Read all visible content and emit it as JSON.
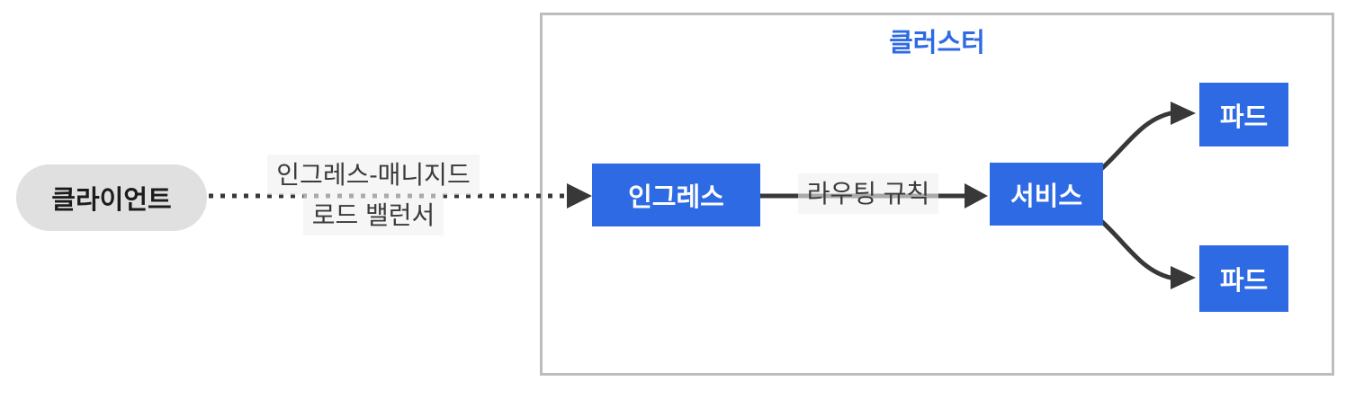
{
  "diagram": {
    "cluster": {
      "title": "클러스터"
    },
    "nodes": {
      "client": {
        "label": "클라이언트"
      },
      "ingress": {
        "label": "인그레스"
      },
      "service": {
        "label": "서비스"
      },
      "pod_top": {
        "label": "파드"
      },
      "pod_bottom": {
        "label": "파드"
      }
    },
    "edges": {
      "client_to_ingress": {
        "style": "dotted-arrow",
        "label_line1": "인그레스-매니지드",
        "label_line2": "로드 밸런서"
      },
      "ingress_to_service": {
        "style": "solid-arrow",
        "label": "라우팅 규칙"
      },
      "service_to_pod_top": {
        "style": "curved-arrow",
        "label": ""
      },
      "service_to_pod_bottom": {
        "style": "curved-arrow",
        "label": ""
      }
    },
    "colors": {
      "node_fill": "#2D6AE4",
      "node_text": "#FFFFFF",
      "cluster_border": "#BDBDBD",
      "cluster_title_text": "#2D6AE4",
      "client_fill": "#E0E0E0",
      "client_text": "#1C1C1C",
      "edge_label_bg": "#F1F1F1",
      "edge_label_text": "#3A3A3A",
      "connector": "#383838"
    }
  }
}
